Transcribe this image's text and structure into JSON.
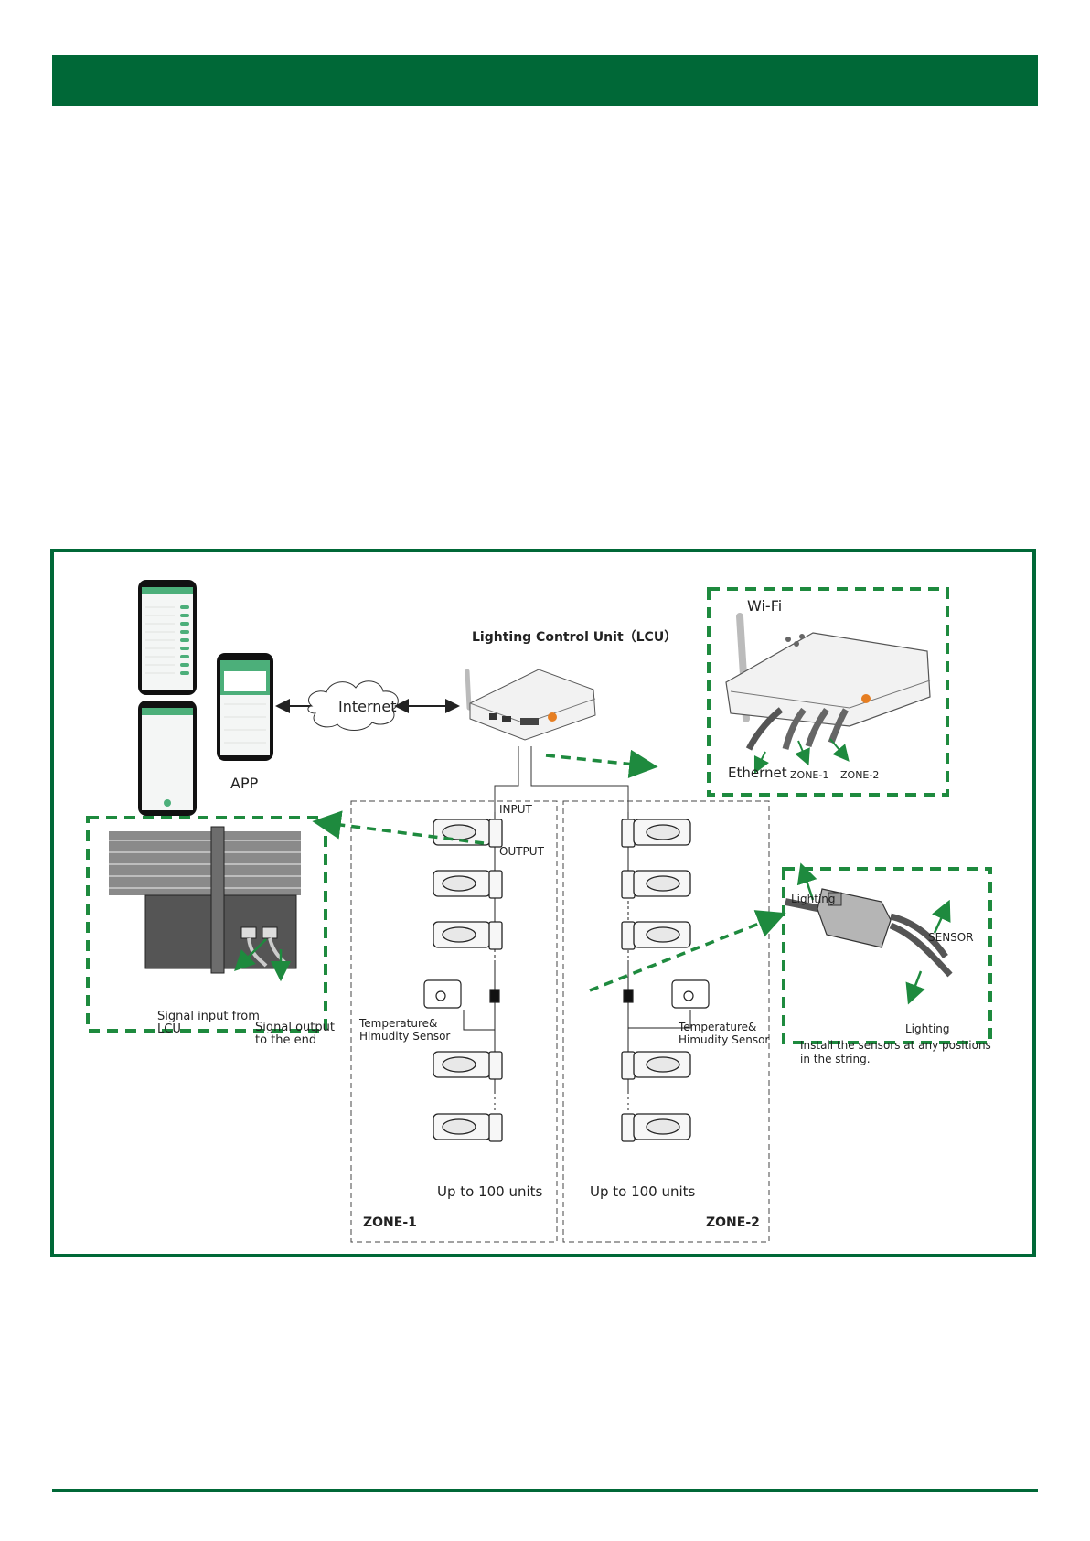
{
  "colors": {
    "brand_green": "#006837",
    "accent_green": "#1e8a3e",
    "app_green": "#4caf7a"
  },
  "labels": {
    "lcu_title": "Lighting Control Unit（LCU）",
    "internet": "Internet",
    "app": "APP",
    "wifi": "Wi-Fi",
    "ethernet": "Ethernet",
    "zone1_port": "ZONE-1",
    "zone2_port": "ZONE-2",
    "input": "INPUT",
    "output": "OUTPUT",
    "signal_input_1": "Signal input from",
    "signal_input_2": "LCU",
    "signal_output_1": "Signal output",
    "signal_output_2": "to the end",
    "temp_left_1": "Temperature&",
    "temp_left_2": "Himudity Sensor",
    "temp_right_1": "Temperature&",
    "temp_right_2": "Himudity Sensor",
    "lighting_top": "Lighting",
    "sensor": "SENSOR",
    "lighting_bottom": "Lighting",
    "install_1": "Install the sensors at any positions",
    "install_2": "in the string.",
    "up_to_left": "Up to 100 units",
    "up_to_right": "Up to 100 units",
    "zone1": "ZONE-1",
    "zone2": "ZONE-2"
  }
}
